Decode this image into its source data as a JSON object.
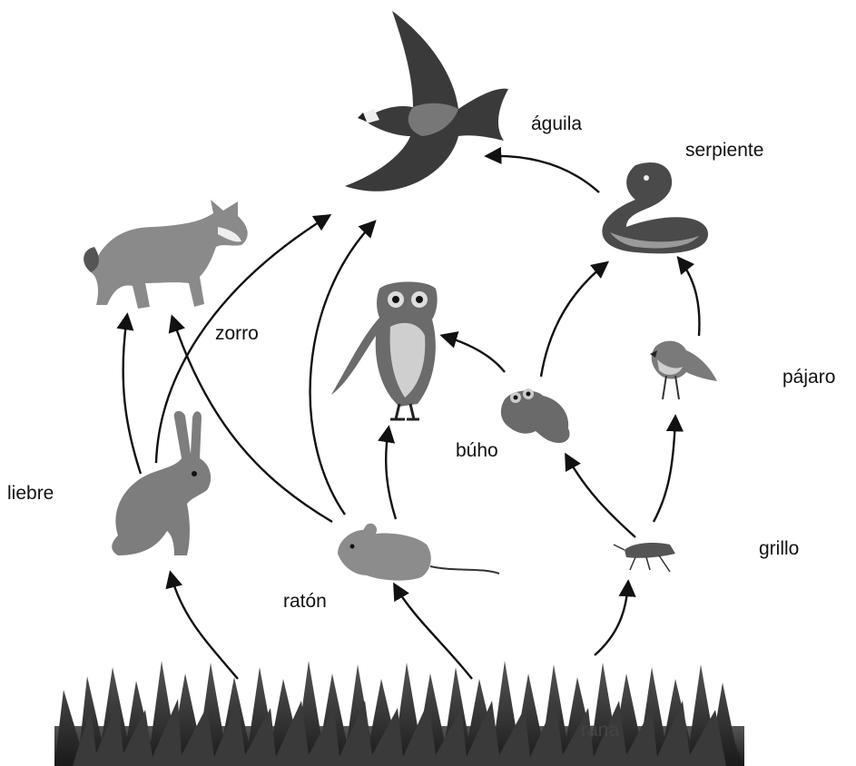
{
  "labels": {
    "aguila": "águila",
    "serpiente": "serpiente",
    "zorro": "zorro",
    "pajaro": "pájaro",
    "buho": "búho",
    "liebre": "liebre",
    "grillo": "grillo",
    "raton": "ratón",
    "rana": "rana"
  },
  "colors": {
    "arrow": "#111111",
    "grass": "#2b2b2b",
    "animal_fill": "#8a8a8a",
    "animal_dark": "#3a3a3a"
  }
}
